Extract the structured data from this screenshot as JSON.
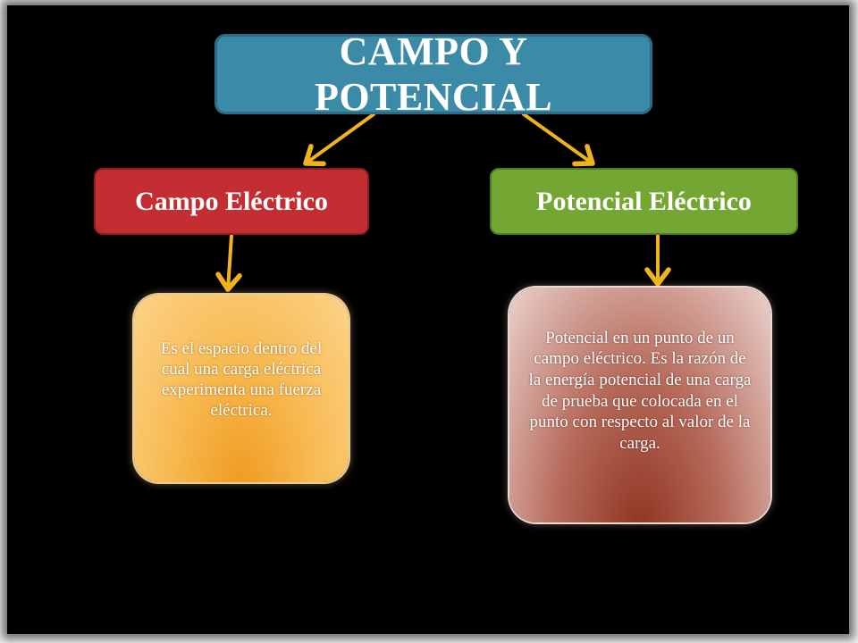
{
  "title": "CAMPO Y POTENCIAL",
  "branches": [
    {
      "heading": "Campo Eléctrico",
      "description": "Es el espacio dentro del cual una carga eléctrica experimenta una fuerza eléctrica.",
      "heading_color": "#c42d31"
    },
    {
      "heading": "Potencial Eléctrico",
      "description": "Potencial en un punto de un campo eléctrico. Es la razón de la energía potencial de una carga de prueba que colocada en el punto con respecto al valor de la carga.",
      "heading_color": "#73a633"
    }
  ],
  "colors": {
    "background": "#000000",
    "title_box": "#3b8aa8",
    "arrow": "#f0b31e"
  }
}
